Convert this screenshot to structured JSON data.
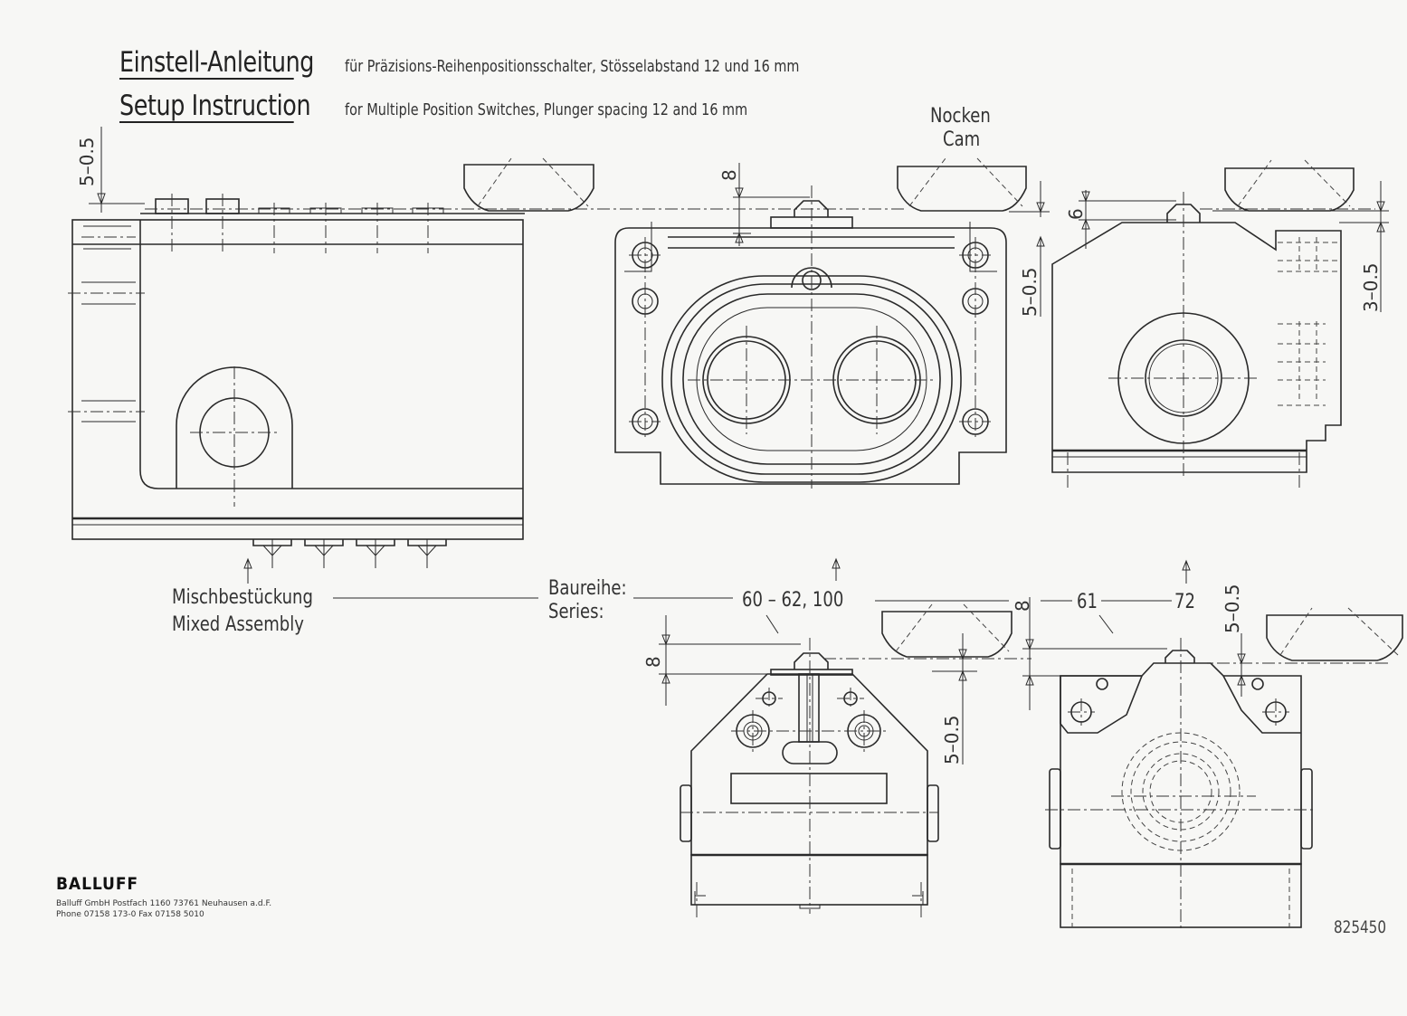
{
  "title": {
    "de_main": "Einstell-Anleitung",
    "de_sub": "für Präzisions-Reihenpositionsschalter, Stösselabstand 12 und 16 mm",
    "en_main": "Setup Instruction",
    "en_sub": "for Multiple Position Switches, Plunger spacing 12 and 16 mm"
  },
  "labels": {
    "cam_de": "Nocken",
    "cam_en": "Cam",
    "mixed_de": "Mischbestückung",
    "mixed_en": "Mixed Assembly",
    "series_de": "Baureihe:",
    "series_en": "Series:",
    "series_a": "60 – 62, 100",
    "series_b_1": "61",
    "series_b_2": "72"
  },
  "dimensions": {
    "d_5_0_5": "5–0.5",
    "d_8": "8",
    "d_6": "6",
    "d_3_0_5": "3–0.5"
  },
  "footer": {
    "brand": "BALLUFF",
    "address_line1": "Balluff GmbH Postfach 1160 73761 Neuhausen a.d.F.",
    "address_line2": "Phone 07158 173-0  Fax 07158 5010",
    "doc_number": "825450"
  }
}
